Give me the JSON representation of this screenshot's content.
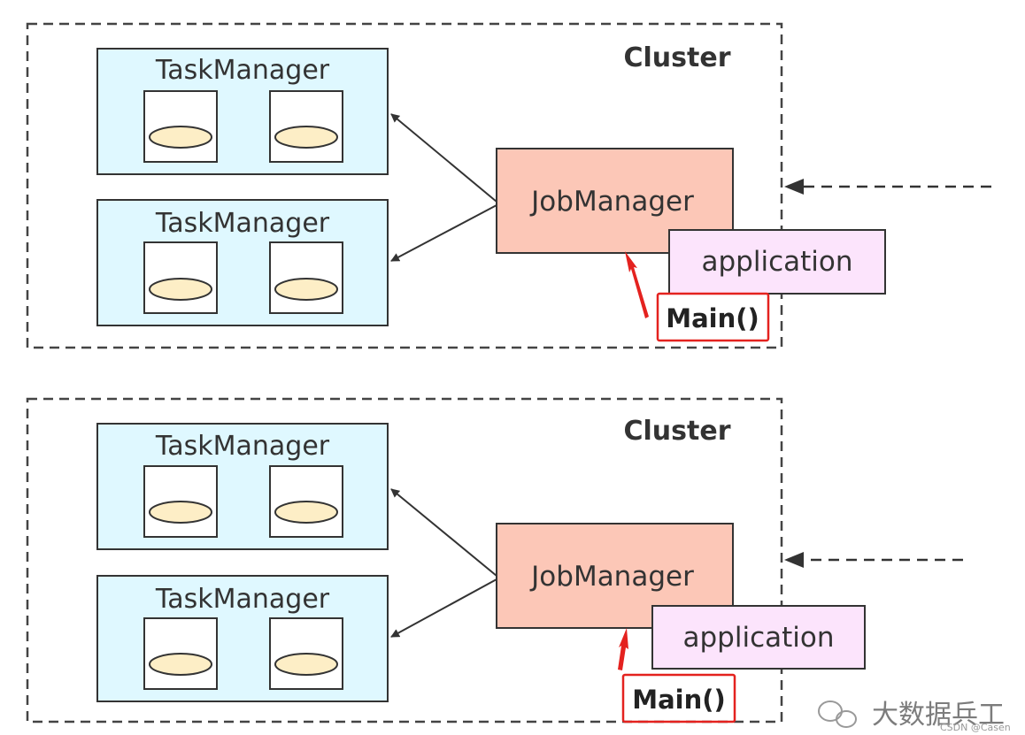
{
  "colors": {
    "taskmanager_fill": "#dff8ff",
    "slot_fill": "#fdeec6",
    "jobmanager_fill": "#fcc7b7",
    "application_fill": "#fce4fc",
    "highlight_red": "#e4221f",
    "line": "#333333"
  },
  "diagrams": [
    {
      "cluster_label": "Cluster",
      "taskmanagers": [
        {
          "label": "TaskManager"
        },
        {
          "label": "TaskManager"
        }
      ],
      "jobmanager_label": "JobManager",
      "application_label": "application",
      "main_label": "Main()"
    },
    {
      "cluster_label": "Cluster",
      "taskmanagers": [
        {
          "label": "TaskManager"
        },
        {
          "label": "TaskManager"
        }
      ],
      "jobmanager_label": "JobManager",
      "application_label": "application",
      "main_label": "Main()"
    }
  ],
  "watermark": {
    "text": "大数据兵工",
    "icon": "wechat-icon",
    "small_text": "CSDN @Casen"
  }
}
